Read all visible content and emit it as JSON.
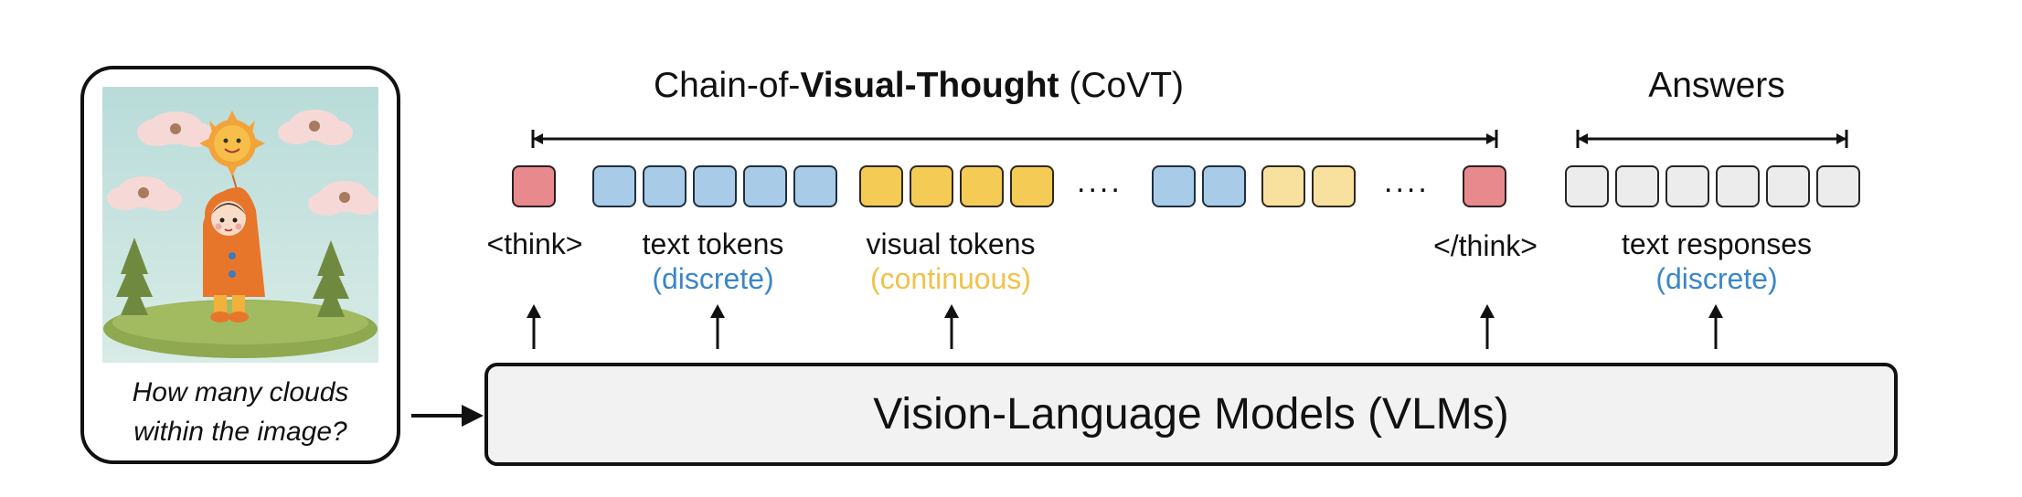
{
  "question": {
    "line1": "How many clouds",
    "line2": "within the image?"
  },
  "titles": {
    "covt_prefix": "Chain-of-",
    "covt_bold": "Visual-Thought",
    "covt_suffix": " (CoVT)",
    "answers": "Answers"
  },
  "tokens": {
    "think_open": "<think>",
    "think_close": "</think>",
    "text_tokens": "text tokens",
    "text_tokens_kind": "(discrete)",
    "visual_tokens": "visual tokens",
    "visual_tokens_kind": "(continuous)",
    "ellipsis": "....",
    "text_responses": "text responses",
    "text_responses_kind": "(discrete)"
  },
  "model": {
    "label": "Vision-Language Models (VLMs)"
  },
  "colors": {
    "think": "#e8898d",
    "text_token": "#a8cbe7",
    "visual_token": "#f3cb55",
    "visual_token_light": "#f8e19e",
    "response_token": "#ececec",
    "discrete_label": "#3c86c8",
    "continuous_label": "#f1c24a"
  }
}
